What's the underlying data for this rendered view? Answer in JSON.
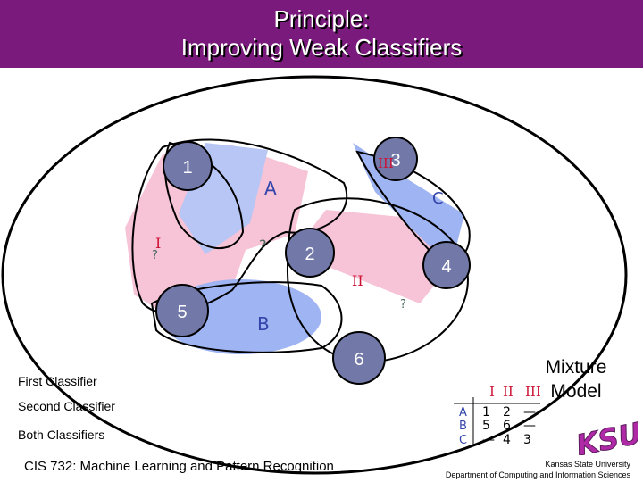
{
  "header": {
    "title_line1": "Principle:",
    "title_line2": "Improving Weak Classifiers",
    "bg_color": "#7a1a7c"
  },
  "regions": [
    "1",
    "2",
    "3",
    "4",
    "5",
    "6"
  ],
  "handwritten": {
    "letter_a": "A",
    "letter_b": "B",
    "letter_c": "C",
    "roman_1": "I",
    "roman_2": "II",
    "roman_3": "III",
    "question": "?"
  },
  "legend": {
    "first": "First Classifier",
    "second": "Second Classifier",
    "both": "Both Classifiers"
  },
  "mixture_model": {
    "line1": "Mixture",
    "line2": "Model",
    "table_header": [
      "I",
      "II",
      "III"
    ],
    "rows": [
      {
        "label": "A",
        "cells": [
          "1",
          "2",
          "—"
        ]
      },
      {
        "label": "B",
        "cells": [
          "5",
          "6",
          "—"
        ]
      },
      {
        "label": "C",
        "cells": [
          "—",
          "4",
          "3"
        ]
      }
    ]
  },
  "footer": {
    "course": "CIS 732: Machine Learning and Pattern Recognition",
    "logo": "KSU",
    "university": "Kansas State University",
    "department": "Department of Computing and Information Sciences"
  },
  "colors": {
    "first_classifier": "#f7c3d6",
    "second_classifier": "#9fb4f2",
    "both": "#b99ae0",
    "handwriting": "#cc1133",
    "handwriting_blue": "#3344aa"
  }
}
